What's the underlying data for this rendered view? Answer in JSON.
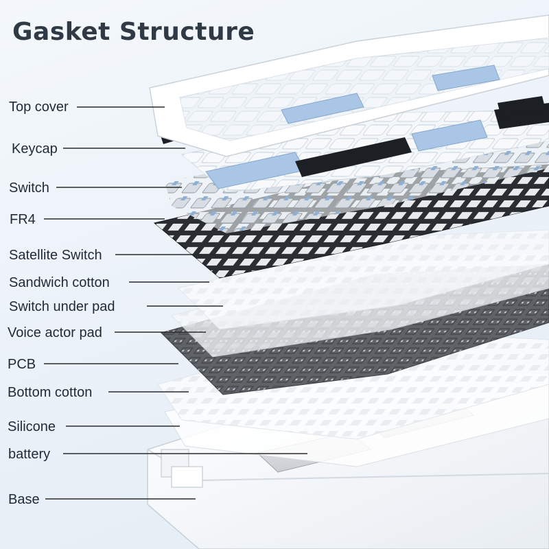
{
  "title": "Gasket Structure",
  "layers": [
    {
      "key": "top-cover",
      "label": "Top cover"
    },
    {
      "key": "keycap",
      "label": "Keycap"
    },
    {
      "key": "switch",
      "label": "Switch"
    },
    {
      "key": "fr4",
      "label": "FR4"
    },
    {
      "key": "satellite-switch",
      "label": "Satellite Switch"
    },
    {
      "key": "sandwich-cotton",
      "label": "Sandwich cotton"
    },
    {
      "key": "switch-under-pad",
      "label": "Switch under pad"
    },
    {
      "key": "voice-actor-pad",
      "label": "Voice actor pad"
    },
    {
      "key": "pcb",
      "label": "PCB"
    },
    {
      "key": "bottom-cotton",
      "label": "Bottom cotton"
    },
    {
      "key": "silicone",
      "label": "Silicone"
    },
    {
      "key": "battery",
      "label": "battery"
    },
    {
      "key": "base",
      "label": "Base"
    }
  ],
  "colors": {
    "title": "#2f3a45",
    "label": "#1f2a35",
    "leader_line": "#2a2a2a",
    "keycap_blue": "#a9c6e6",
    "keycap_black": "#1c1f24",
    "fr4": "#2a2d31",
    "pcb": "#6b6e72",
    "case_white": "#ffffff"
  }
}
